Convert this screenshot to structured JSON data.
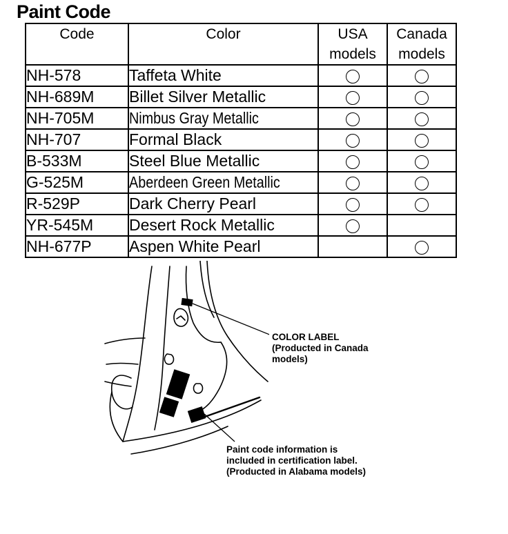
{
  "title": "Paint Code",
  "table": {
    "headers": {
      "code": "Code",
      "color": "Color",
      "usa": [
        "USA",
        "models"
      ],
      "canada": [
        "Canada",
        "models"
      ]
    },
    "rows": [
      {
        "code": "NH-578",
        "color": "Taffeta White",
        "usa": true,
        "canada": true
      },
      {
        "code": "NH-689M",
        "color": "Billet Silver Metallic",
        "usa": true,
        "canada": true
      },
      {
        "code": "NH-705M",
        "color": "Nimbus Gray Metallic",
        "usa": true,
        "canada": true
      },
      {
        "code": "NH-707",
        "color": "Formal Black",
        "usa": true,
        "canada": true
      },
      {
        "code": "B-533M",
        "color": "Steel Blue Metallic",
        "usa": true,
        "canada": true
      },
      {
        "code": "G-525M",
        "color": "Aberdeen Green Metallic",
        "usa": true,
        "canada": true
      },
      {
        "code": "R-529P",
        "color": "Dark Cherry Pearl",
        "usa": true,
        "canada": true
      },
      {
        "code": "YR-545M",
        "color": "Desert Rock Metallic",
        "usa": true,
        "canada": false
      },
      {
        "code": "NH-677P",
        "color": "Aspen White Pearl",
        "usa": false,
        "canada": true
      }
    ]
  },
  "diagram": {
    "color_label": [
      "COLOR LABEL",
      "(Producted in Canada",
      "models)"
    ],
    "cert_label": [
      "Paint code information is",
      "included in certification label.",
      "(Producted in Alabama models)"
    ]
  }
}
